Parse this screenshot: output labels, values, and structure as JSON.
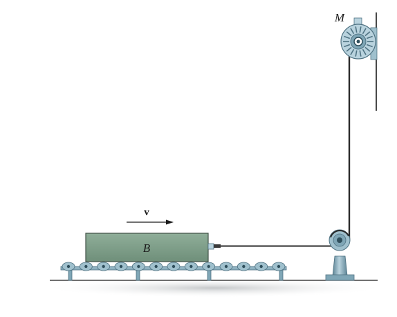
{
  "labels": {
    "motor": "M",
    "block": "B",
    "velocity": "v"
  },
  "colors": {
    "block_fill": "#7f9f8a",
    "block_stroke": "#3f4f45",
    "metal_light": "#b9d3de",
    "metal_mid": "#7fa6b6",
    "metal_dark": "#4f7282",
    "cable": "#2a2a2a",
    "ground_shadow": "#c9cbcd",
    "line": "#1a1a1a"
  },
  "icons": {
    "motor": "motor-pulley-icon",
    "idler": "idler-pulley-icon",
    "roller": "conveyor-roller-icon"
  },
  "conveyor": {
    "roller_count": 13
  }
}
